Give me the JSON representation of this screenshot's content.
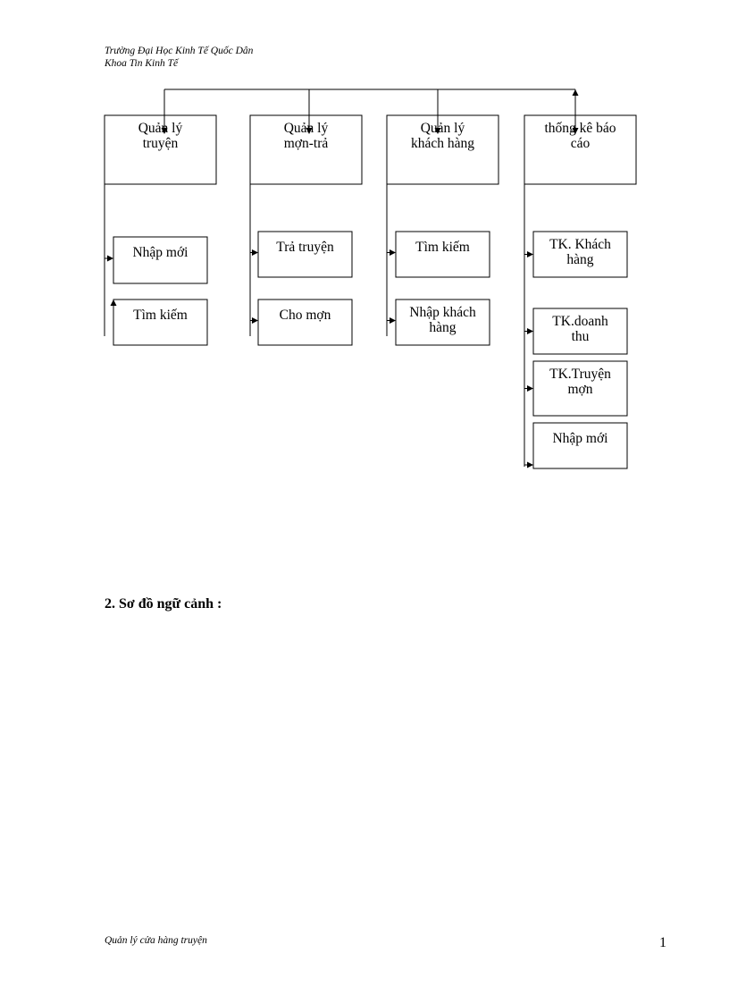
{
  "header": {
    "line1": "Trường Đại Học Kinh Tế Quốc Dân",
    "line2": "Khoa Tin Kinh Tế"
  },
  "diagram": {
    "modules": [
      {
        "label": [
          "Quản lý",
          "truyện"
        ],
        "children": [
          [
            "Nhập mới"
          ],
          [
            "Tìm kiếm"
          ]
        ]
      },
      {
        "label": [
          "Quản lý",
          "mợn-trả"
        ],
        "children": [
          [
            "Trả truyện"
          ],
          [
            "Cho mợn"
          ]
        ]
      },
      {
        "label": [
          "Quản lý",
          "khách hàng"
        ],
        "children": [
          [
            "Tìm kiếm"
          ],
          [
            "Nhập khách",
            "hàng"
          ]
        ]
      },
      {
        "label": [
          "thống kê báo",
          "cáo"
        ],
        "children": [
          [
            "TK. Khách",
            "hàng"
          ],
          [
            "TK.doanh",
            "thu"
          ],
          [
            "TK.Truyện",
            "mợn"
          ],
          [
            "Nhập mới"
          ]
        ]
      }
    ]
  },
  "section": {
    "title": "2. Sơ đồ ngữ cảnh :"
  },
  "footer": {
    "text": "Quản lý cửa hàng truyện",
    "page_number": "1"
  }
}
